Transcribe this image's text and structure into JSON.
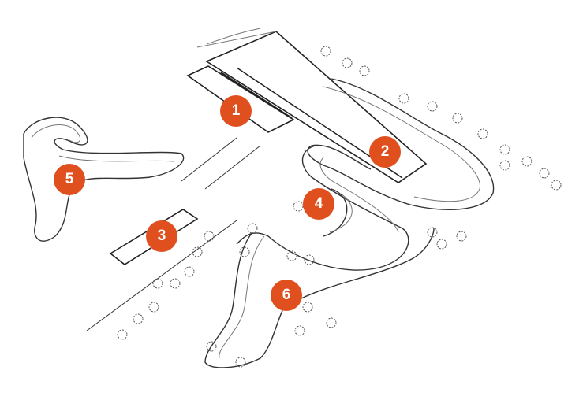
{
  "map": {
    "style": "sketch-line-drawing",
    "marker_color": "#e0501e",
    "markers": [
      {
        "label": "1"
      },
      {
        "label": "2"
      },
      {
        "label": "3"
      },
      {
        "label": "4"
      },
      {
        "label": "5"
      },
      {
        "label": "6"
      }
    ]
  }
}
